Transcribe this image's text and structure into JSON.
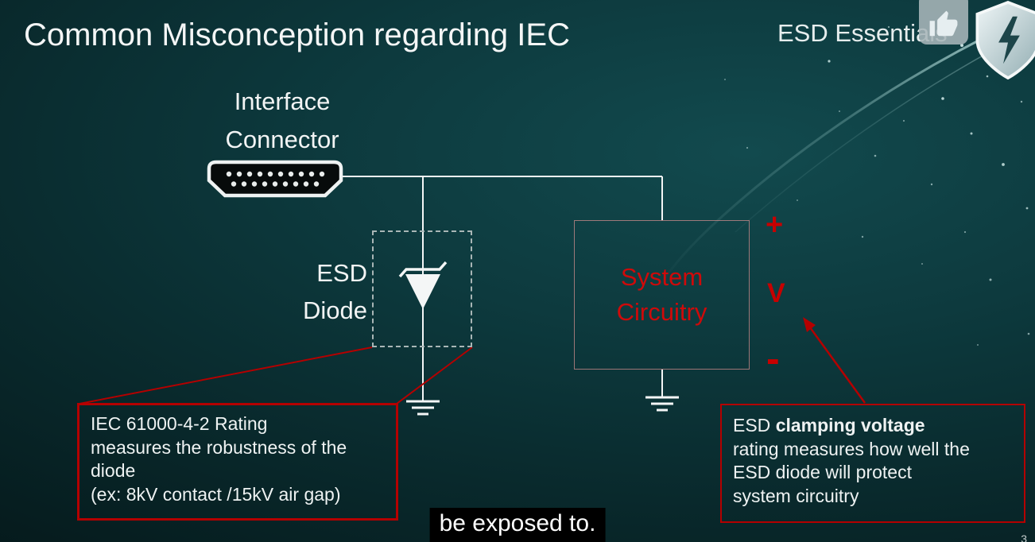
{
  "title": "Common Misconception regarding IEC",
  "brand": "ESD Essentials",
  "page_number": "3",
  "caption": "be exposed to.",
  "diagram": {
    "connector_label": {
      "line1": "Interface",
      "line2": "Connector"
    },
    "diode_label": {
      "line1": "ESD",
      "line2": "Diode"
    },
    "system_box": {
      "line1": "System",
      "line2": "Circuitry"
    },
    "terminals": {
      "plus": "+",
      "v": "V",
      "minus": "-"
    }
  },
  "callout_iec": {
    "line1": "IEC 61000-4-2 Rating",
    "line2": "measures the robustness of the",
    "line3": "diode",
    "line4": "(ex: 8kV contact /15kV air gap)"
  },
  "callout_clamping": {
    "line1_normal": "ESD ",
    "line1_bold": "clamping voltage",
    "line2": "rating measures how well the",
    "line3": "ESD diode will protect",
    "line4": "system circuitry"
  },
  "icons": {
    "thumbs_up": "thumbs-up-icon",
    "shield": "shield-logo-icon",
    "hdmi_connector": "hdmi-connector-icon",
    "esd_diode": "zener-diode-symbol",
    "ground": "ground-symbol",
    "arrow": "red-arrow-icon"
  },
  "colors": {
    "accent_red": "#b40000",
    "system_text_red": "#cf0a0a",
    "text_white": "#f2f5f5",
    "wire": "#f4f6f6",
    "background_teal_light": "#124a4e",
    "background_teal_dark": "#051a1c"
  }
}
